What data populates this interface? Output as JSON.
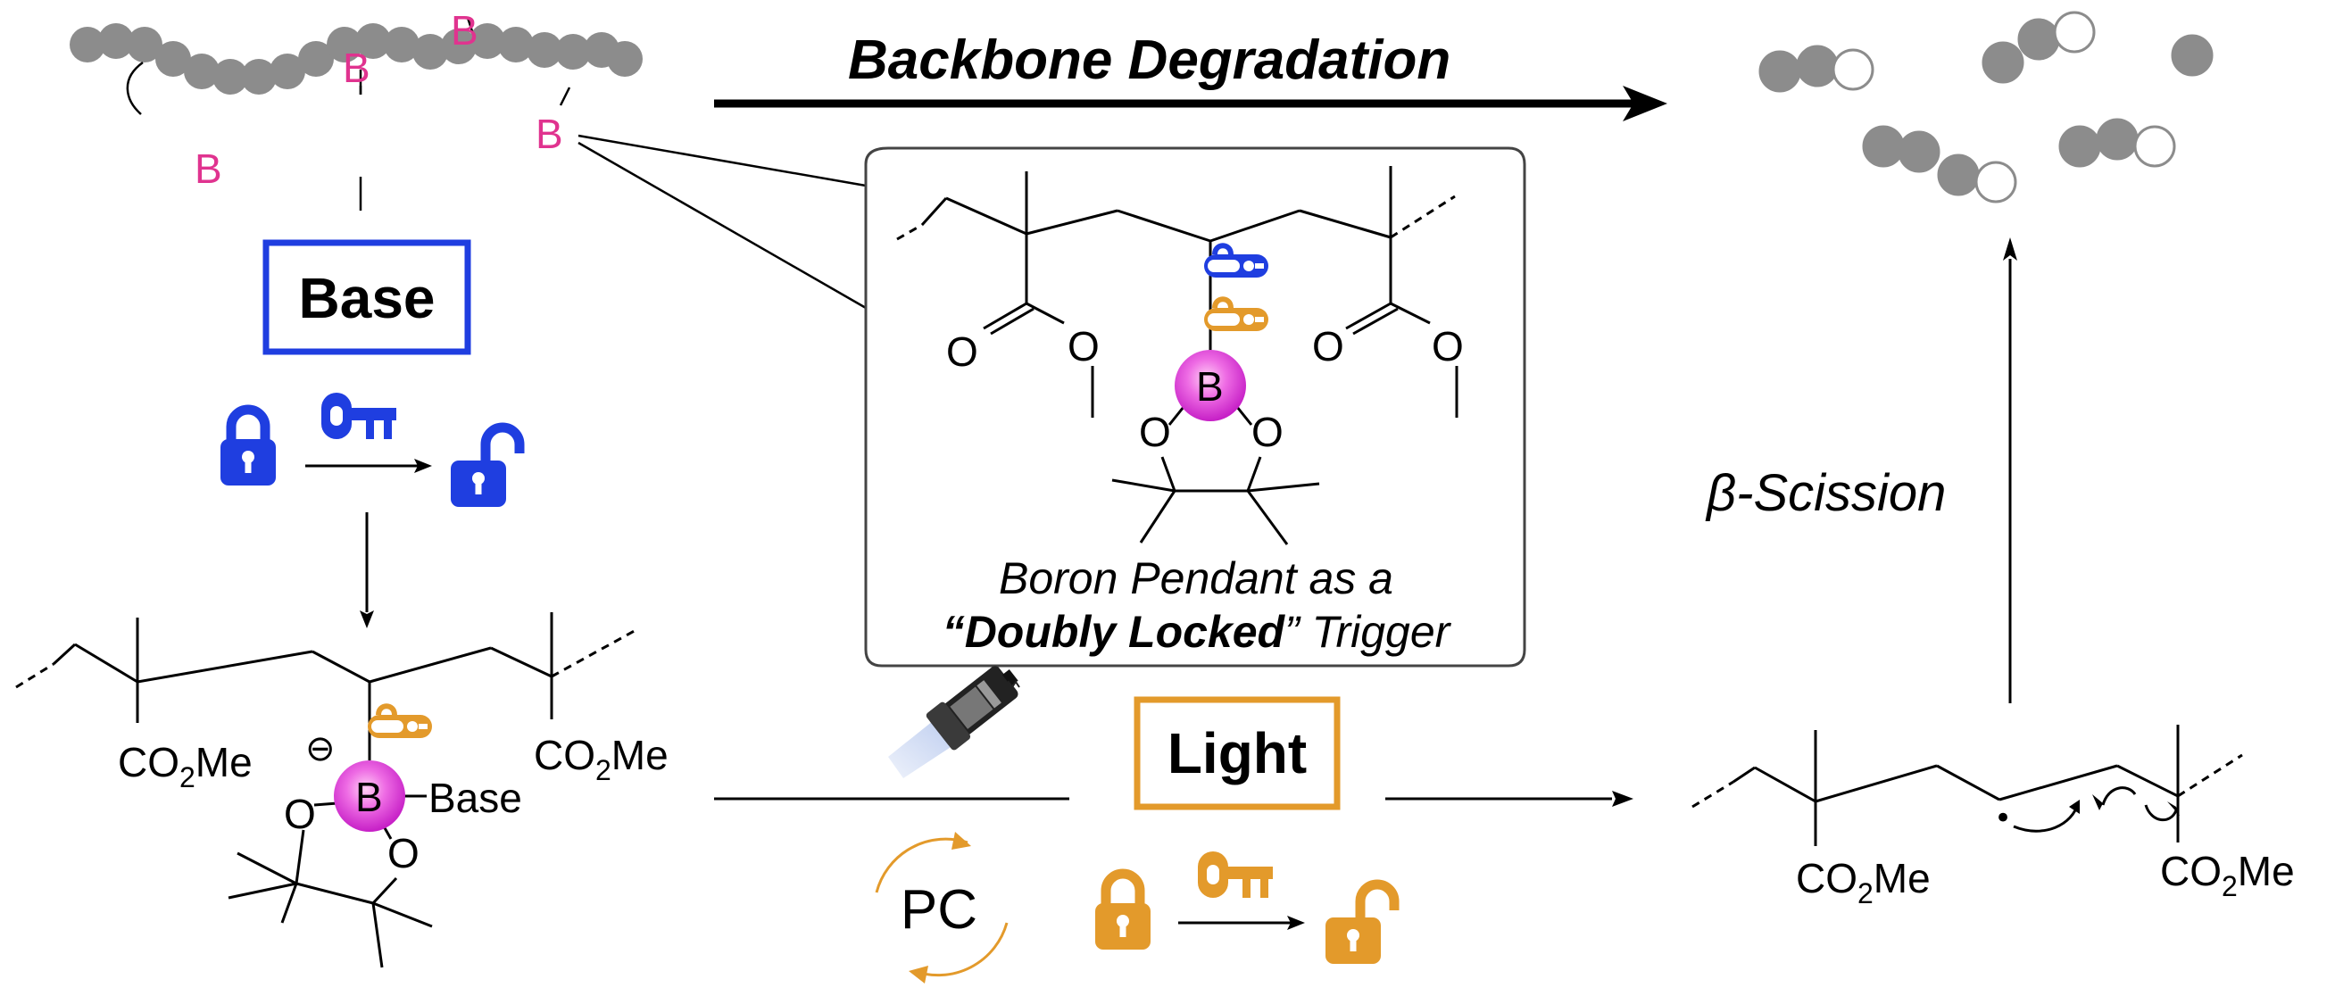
{
  "title_arrow": "Backbone Degradation",
  "polymer": {
    "pendant_label": "B"
  },
  "base_box": {
    "label": "Base"
  },
  "light_box": {
    "label": "Light"
  },
  "photocatalyst": "PC",
  "inset": {
    "caption_line1": "Boron Pendant as a",
    "caption_line2_open": "“",
    "caption_line2_bold": "Doubly Locked",
    "caption_line2_close": "” Trigger",
    "atoms": {
      "carbonyl_o": "O",
      "ester_o": "O",
      "boron": "B",
      "ring_o": "O"
    }
  },
  "left_structure": {
    "ester_left_a": "CO",
    "ester_left_sub": "2",
    "ester_left_b": "Me",
    "ester_right_a": "CO",
    "ester_right_sub": "2",
    "ester_right_b": "Me",
    "boron": "B",
    "base_text": "Base",
    "ring_o": "O",
    "charge": "⊖"
  },
  "right_structure": {
    "ester_left_a": "CO",
    "ester_left_sub": "2",
    "ester_left_b": "Me",
    "ester_right_a": "CO",
    "ester_right_sub": "2",
    "ester_right_b": "Me",
    "radical": "•"
  },
  "beta_scission": "β-Scission",
  "colors": {
    "blue": "#1f3ee0",
    "orange": "#e39a2b",
    "magenta": "#e0338f",
    "gray": "#8c8c8c",
    "inset_border": "#444444"
  },
  "icons": [
    "padlock-closed-icon",
    "key-icon",
    "padlock-open-icon",
    "flashlight-icon",
    "cycle-arrows-icon"
  ]
}
